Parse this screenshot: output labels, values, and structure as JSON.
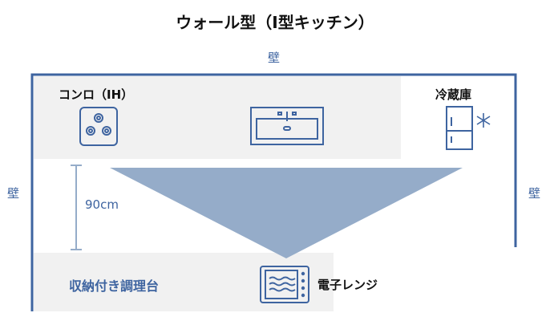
{
  "title": "ウォール型（I型キッチン）",
  "walls": {
    "top": "壁",
    "left": "壁",
    "right": "壁"
  },
  "labels": {
    "stove": "コンロ（IH）",
    "fridge": "冷蔵庫",
    "distance": "90cm",
    "counter": "収納付き調理台",
    "microwave": "電子レンジ"
  },
  "colors": {
    "accent": "#3e64a0",
    "triangle": "#95acc9",
    "counter": "#f1f1f1"
  }
}
